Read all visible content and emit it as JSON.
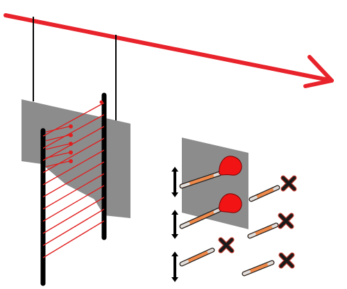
{
  "colors": {
    "background": "#ffffff",
    "arrow": "#e8232b",
    "panel": "#8c8c8c",
    "rod": "#000000",
    "wire": "#000000",
    "string": "#e02020",
    "bead": "#e02020",
    "hammer_head": "#f21414",
    "hammer_handle": "#f08a4b",
    "hammer_tip": "#e0e0e0",
    "cross_fill": "#1a1a1a",
    "cross_outline": "#c0392b",
    "motion_arrow": "#000000"
  },
  "icons": {
    "large_arrow": "long-red-arrow",
    "motion": "double-headed-vertical-arrow",
    "mallet": "mallet",
    "cross": "x-mark"
  },
  "counts": {
    "strings": 11,
    "beads": 5,
    "mallet_pairs": 3,
    "cross_marks": 4
  }
}
